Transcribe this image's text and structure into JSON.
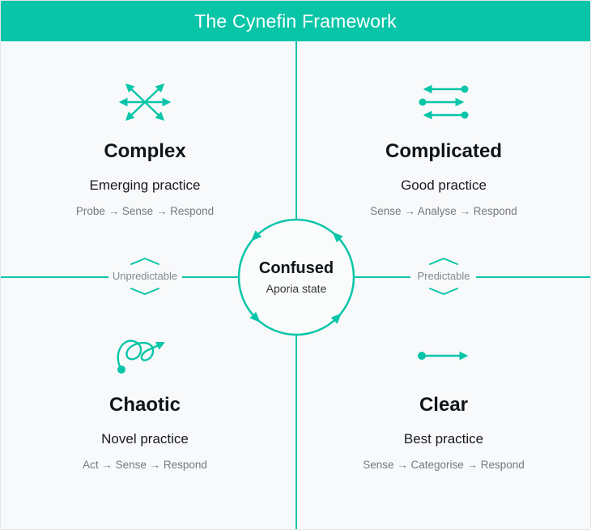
{
  "header": {
    "title": "The Cynefin Framework"
  },
  "quadrants": [
    {
      "title": "Complex",
      "practice": "Emerging practice",
      "process": "Probe → Sense → Respond"
    },
    {
      "title": "Complicated",
      "practice": "Good practice",
      "process": "Sense → Analyse → Respond"
    },
    {
      "title": "Chaotic",
      "practice": "Novel practice",
      "process": "Act → Sense → Respond"
    },
    {
      "title": "Clear",
      "practice": "Best practice",
      "process": "Sense → Categorise → Respond"
    }
  ],
  "center": {
    "title": "Confused",
    "subtitle": "Aporia state"
  },
  "axis": {
    "left_label": "Unpredictable",
    "right_label": "Predictable"
  },
  "colors": {
    "accent": "#09C5A8",
    "background": "#F8F9FA",
    "heading_text": "#111417",
    "muted_text": "#74787F",
    "axis_text": "#85898F",
    "header_text": "#FFFFFF"
  }
}
